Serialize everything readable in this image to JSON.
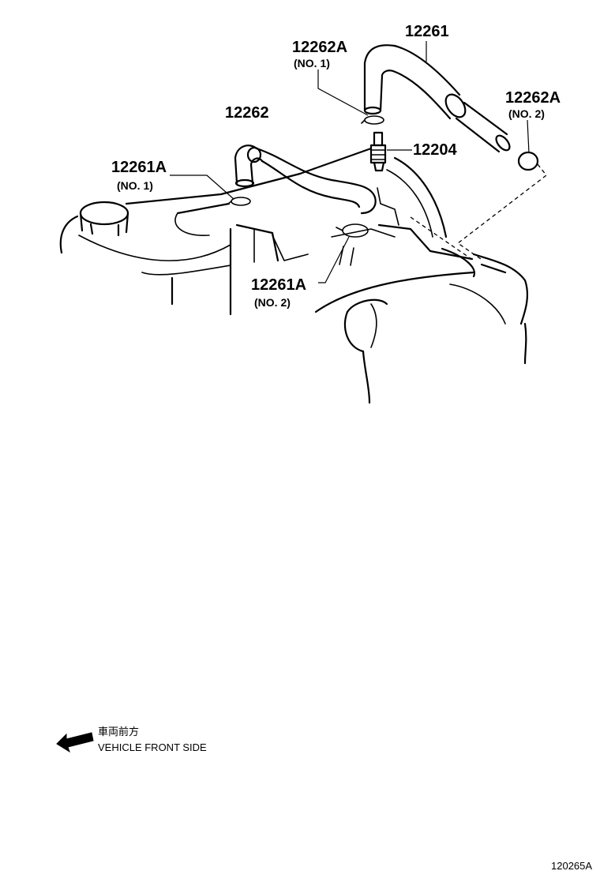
{
  "callouts": {
    "hose_top": {
      "part": "12261"
    },
    "clip_no1_top": {
      "part": "12262A",
      "sub": "(NO. 1)"
    },
    "clip_no2_right": {
      "part": "12262A",
      "sub": "(NO. 2)"
    },
    "hose_mid": {
      "part": "12262"
    },
    "valve": {
      "part": "12204"
    },
    "clamp_no1_left": {
      "part": "12261A",
      "sub": "(NO. 1)"
    },
    "clamp_no2_low": {
      "part": "12261A",
      "sub": "(NO. 2)"
    }
  },
  "orientation": {
    "japanese": "車両前方",
    "english": "VEHICLE FRONT SIDE"
  },
  "drawing_number": "120265A"
}
